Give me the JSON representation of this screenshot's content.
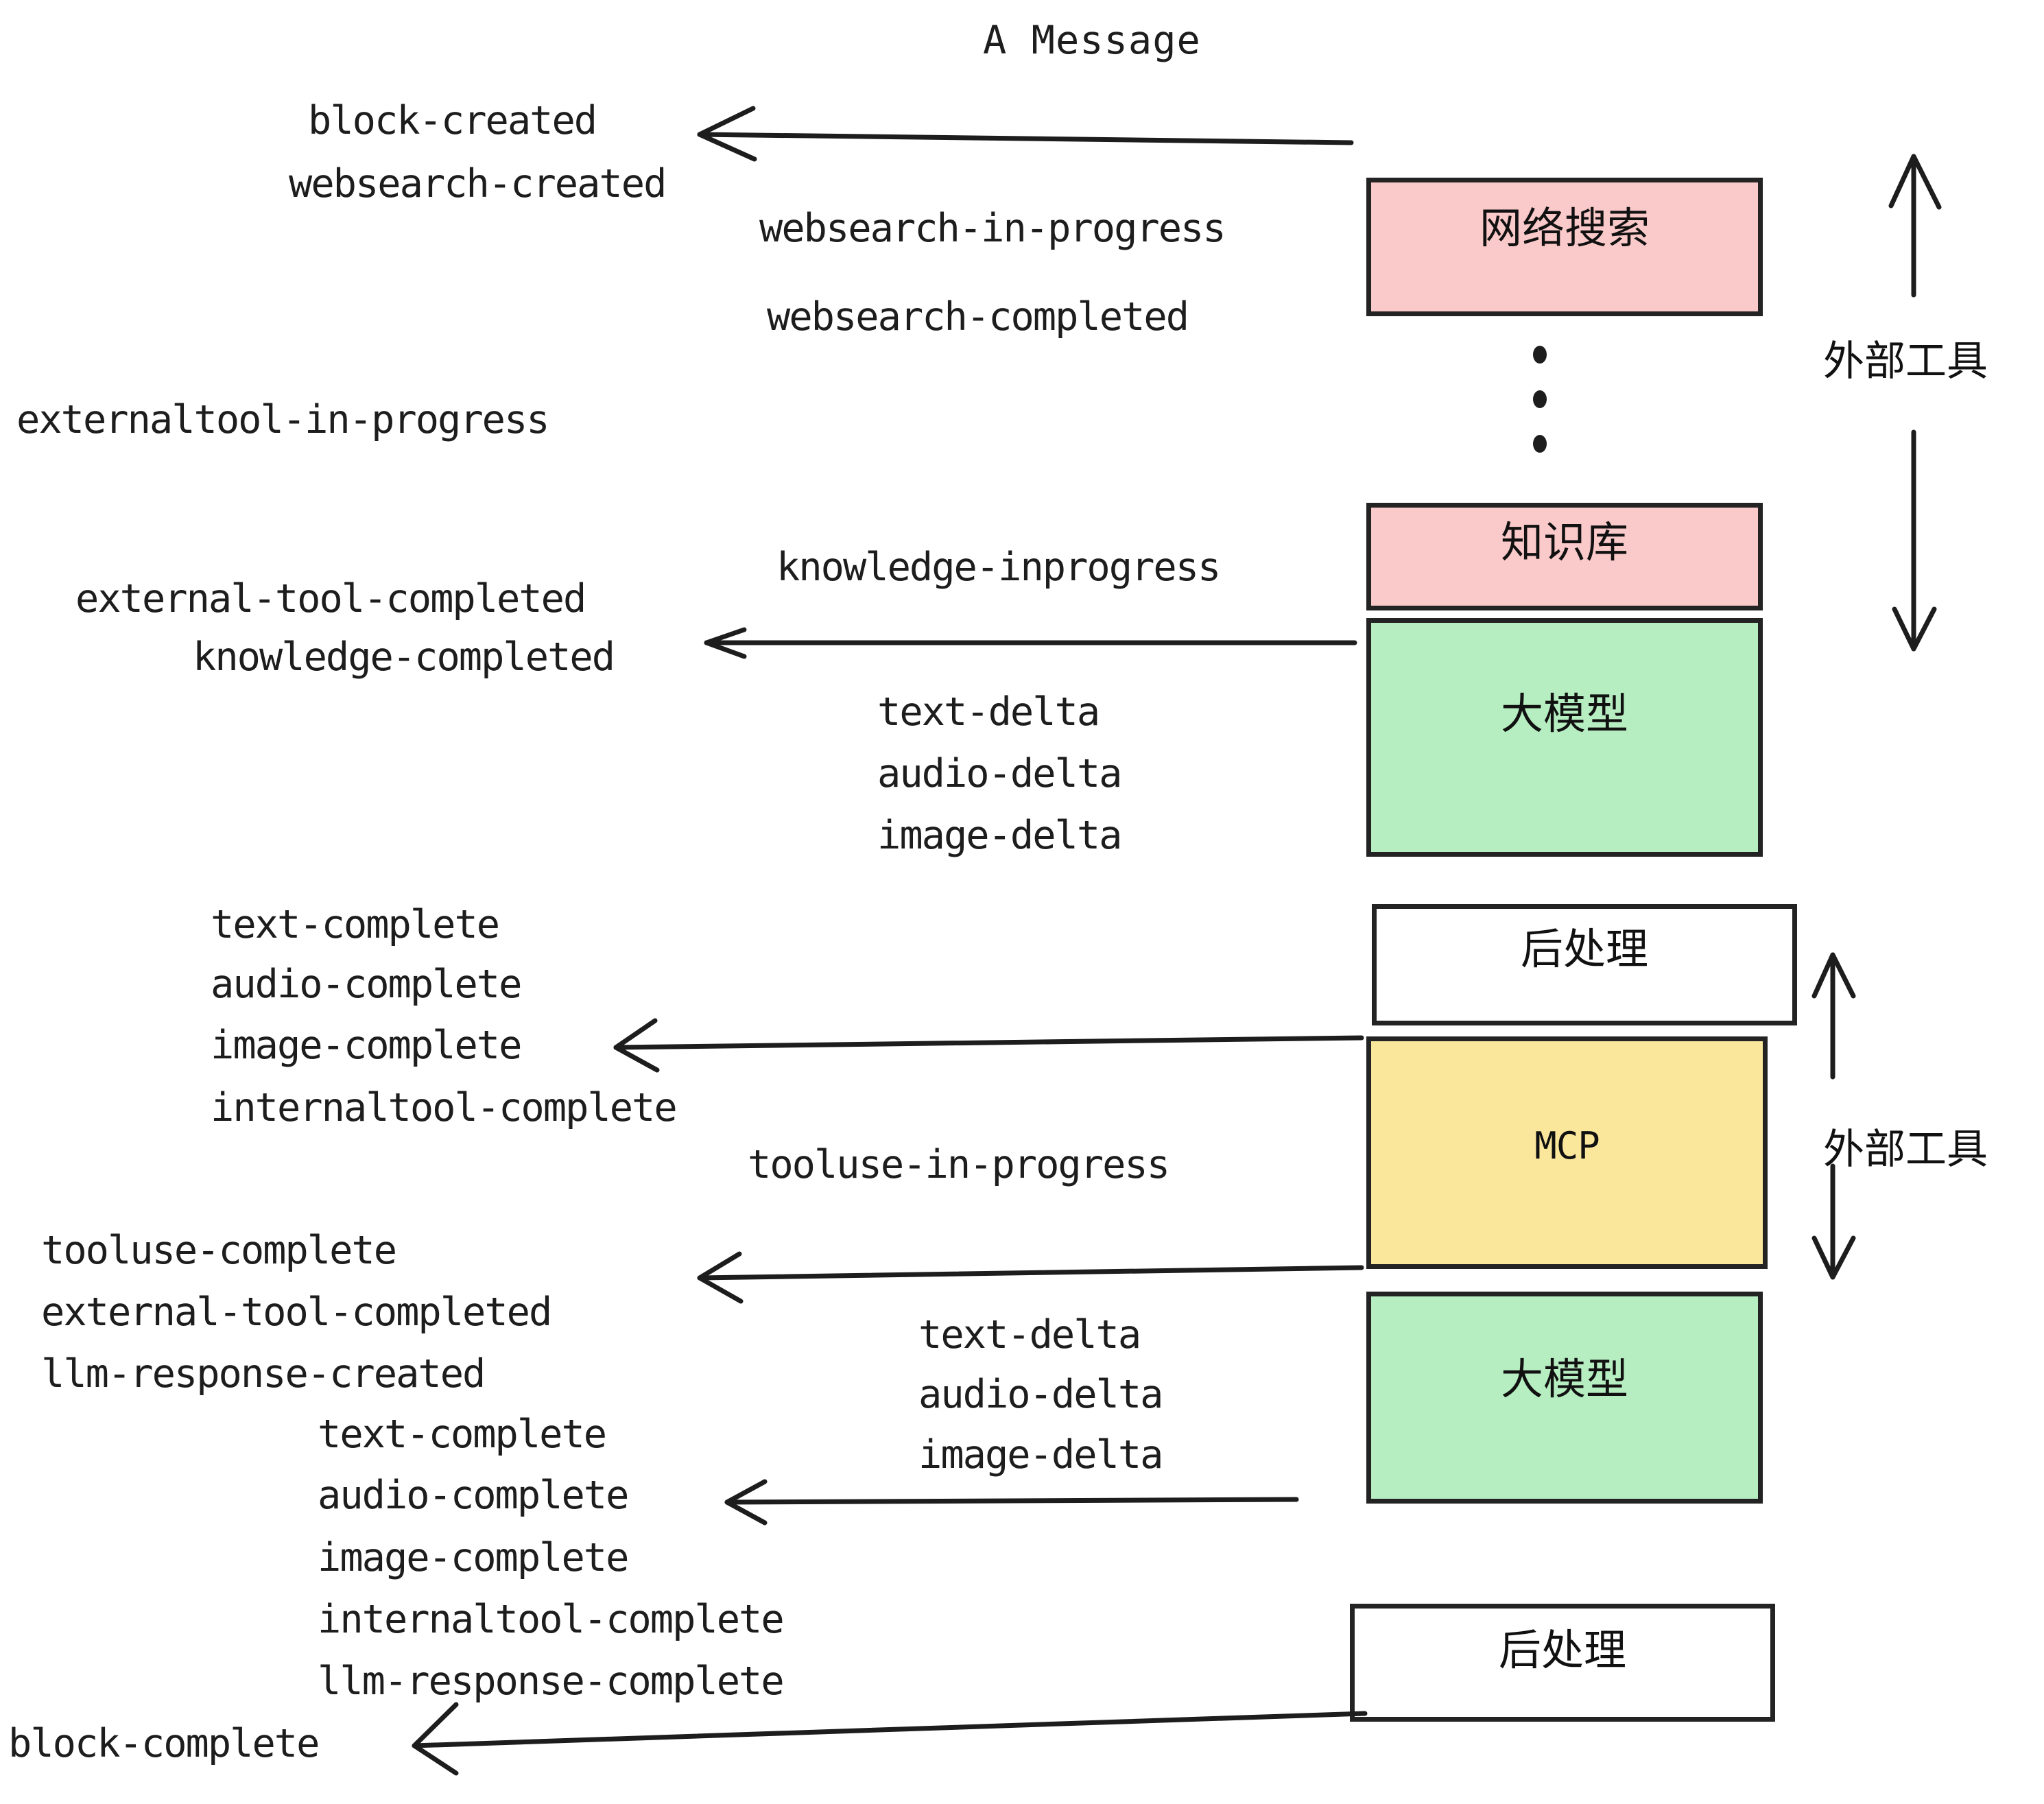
{
  "title": "A Message",
  "colors": {
    "pink": "#FAC9C9",
    "green": "#B6EDC1",
    "yellow": "#FAE79C",
    "white": "#FFFFFF",
    "stroke": "#1D1D1D"
  },
  "nodes": [
    {
      "id": "websearch",
      "label": "网络搜索",
      "fill": "pink"
    },
    {
      "id": "knowledge",
      "label": "知识库",
      "fill": "pink"
    },
    {
      "id": "llm-top",
      "label": "大模型",
      "fill": "green"
    },
    {
      "id": "postprocess-top",
      "label": "后处理",
      "fill": "white"
    },
    {
      "id": "mcp",
      "label": "MCP",
      "fill": "yellow"
    },
    {
      "id": "llm-bottom",
      "label": "大模型",
      "fill": "green"
    },
    {
      "id": "postprocess-bottom",
      "label": "后处理",
      "fill": "white"
    }
  ],
  "side_labels": [
    {
      "id": "external-tools-top",
      "label": "外部工具"
    },
    {
      "id": "external-tools-bottom",
      "label": "外部工具"
    }
  ],
  "events": [
    {
      "id": "block-created",
      "text": "block-created"
    },
    {
      "id": "websearch-created",
      "text": "websearch-created"
    },
    {
      "id": "websearch-in-progress",
      "text": "websearch-in-progress"
    },
    {
      "id": "websearch-completed",
      "text": "websearch-completed"
    },
    {
      "id": "externaltool-in-progress",
      "text": "externaltool-in-progress"
    },
    {
      "id": "knowledge-inprogress",
      "text": "knowledge-inprogress"
    },
    {
      "id": "external-tool-completed-1",
      "text": "external-tool-completed"
    },
    {
      "id": "knowledge-completed",
      "text": "knowledge-completed"
    },
    {
      "id": "text-delta-1",
      "text": "text-delta"
    },
    {
      "id": "audio-delta-1",
      "text": "audio-delta"
    },
    {
      "id": "image-delta-1",
      "text": "image-delta"
    },
    {
      "id": "text-complete-1",
      "text": "text-complete"
    },
    {
      "id": "audio-complete-1",
      "text": "audio-complete"
    },
    {
      "id": "image-complete-1",
      "text": "image-complete"
    },
    {
      "id": "internaltool-complete-1",
      "text": "internaltool-complete"
    },
    {
      "id": "tooluse-in-progress",
      "text": "tooluse-in-progress"
    },
    {
      "id": "tooluse-complete",
      "text": "tooluse-complete"
    },
    {
      "id": "external-tool-completed-2",
      "text": "external-tool-completed"
    },
    {
      "id": "llm-response-created",
      "text": "llm-response-created"
    },
    {
      "id": "text-delta-2",
      "text": "text-delta"
    },
    {
      "id": "audio-delta-2",
      "text": "audio-delta"
    },
    {
      "id": "image-delta-2",
      "text": "image-delta"
    },
    {
      "id": "text-complete-2",
      "text": "text-complete"
    },
    {
      "id": "audio-complete-2",
      "text": "audio-complete"
    },
    {
      "id": "image-complete-2",
      "text": "image-complete"
    },
    {
      "id": "internaltool-complete-2",
      "text": "internaltool-complete"
    },
    {
      "id": "llm-response-complete",
      "text": "llm-response-complete"
    },
    {
      "id": "block-complete",
      "text": "block-complete"
    }
  ]
}
